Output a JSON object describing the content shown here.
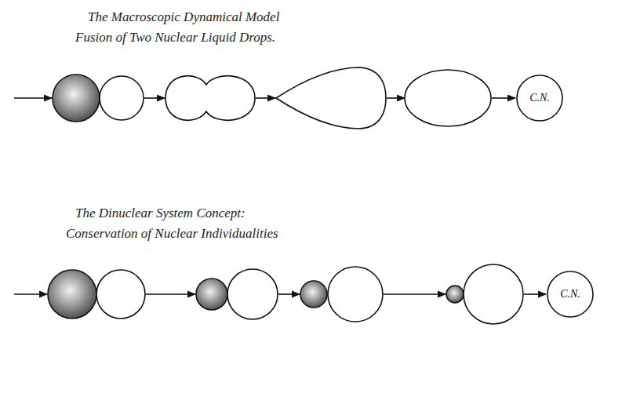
{
  "diagram": {
    "nodes": [
      {
        "text": [
          "C.N."
        ]
      },
      {
        "text": [
          "C.N."
        ]
      }
    ],
    "labels": [
      "The Macroscopic Dynamical Model",
      "Fusion of Two Nuclear Liquid Drops.",
      "The Dinuclear System Concept:",
      "Conservation of Nuclear Individualities"
    ]
  }
}
